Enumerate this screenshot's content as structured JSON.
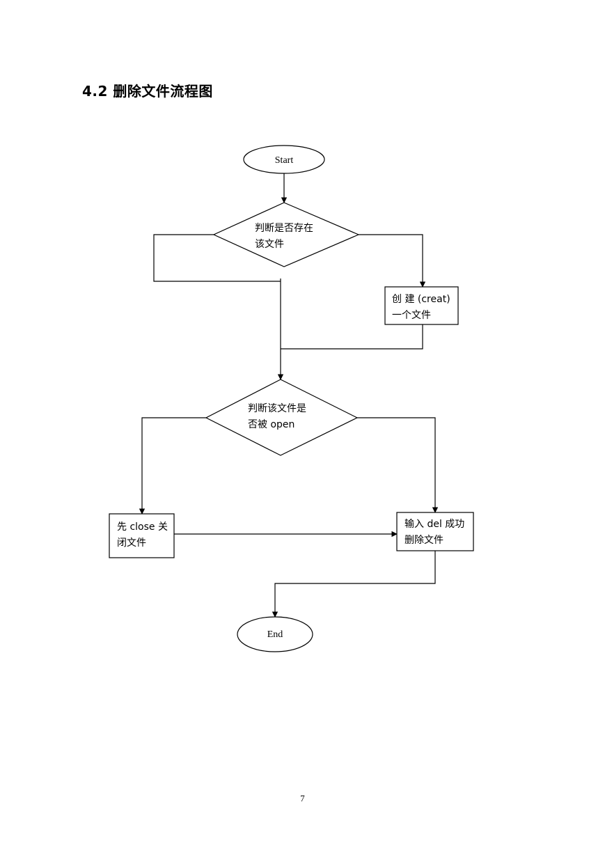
{
  "heading": "4.2 删除文件流程图",
  "page_number": "7",
  "flowchart": {
    "start": "Start",
    "decision_exists": {
      "line1": "判断是否存在",
      "line2": "该文件"
    },
    "create_box": {
      "line1": "创 建 (creat)",
      "line2": "一个文件"
    },
    "decision_open": {
      "line1": "判断该文件是",
      "line2": "否被 open"
    },
    "close_box": {
      "line1": "先 close 关",
      "line2": "闭文件"
    },
    "delete_box": {
      "line1": "输入 del 成功",
      "line2": "删除文件"
    },
    "end": "End"
  }
}
